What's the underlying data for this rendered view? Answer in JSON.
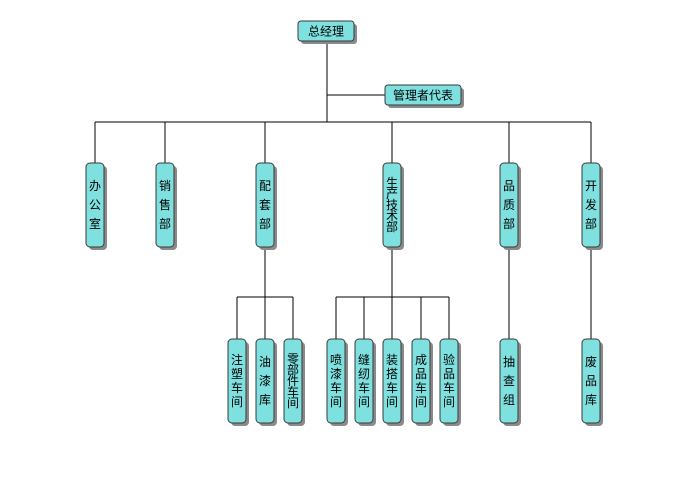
{
  "org_chart": {
    "root": "总经理",
    "representative": "管理者代表",
    "departments": [
      {
        "name": "办公室",
        "children": []
      },
      {
        "name": "销售部",
        "children": []
      },
      {
        "name": "配套部",
        "children": [
          "注塑车间",
          "油漆库",
          "零部件车间"
        ]
      },
      {
        "name": "生产技术部",
        "children": [
          "喷漆车间",
          "缝纫车间",
          "装搭车间",
          "成品车间",
          "验品车间"
        ]
      },
      {
        "name": "品质部",
        "children": [
          "抽查组"
        ]
      },
      {
        "name": "开发部",
        "children": [
          "废品库"
        ]
      }
    ]
  }
}
